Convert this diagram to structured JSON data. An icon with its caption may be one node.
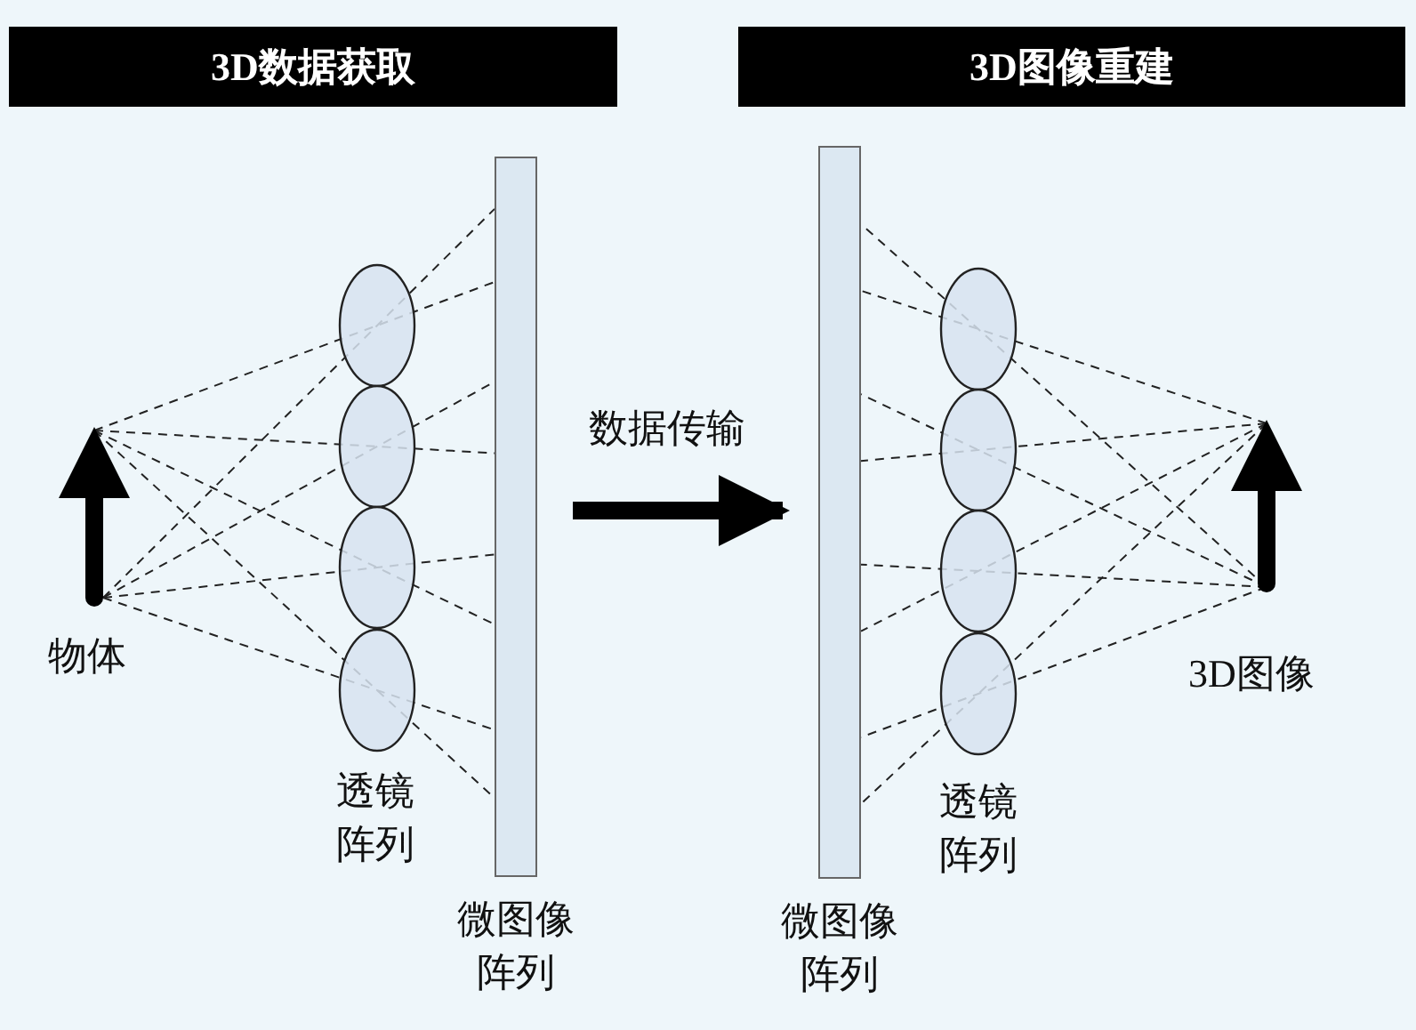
{
  "diagram": {
    "nodes": [
      {
        "text": [
          "3D数据获取"
        ]
      },
      {
        "text": [
          "3D图像重建"
        ]
      },
      {
        "text": [
          "微图像阵列"
        ]
      },
      {
        "text": [
          "微图像阵列"
        ]
      }
    ],
    "edges": [
      {
        "from": 2,
        "to": 3,
        "arrow": "to",
        "label": "数据传输"
      }
    ],
    "labels": [
      "物体",
      "透镜阵列",
      "透镜阵列",
      "3D图像"
    ]
  }
}
